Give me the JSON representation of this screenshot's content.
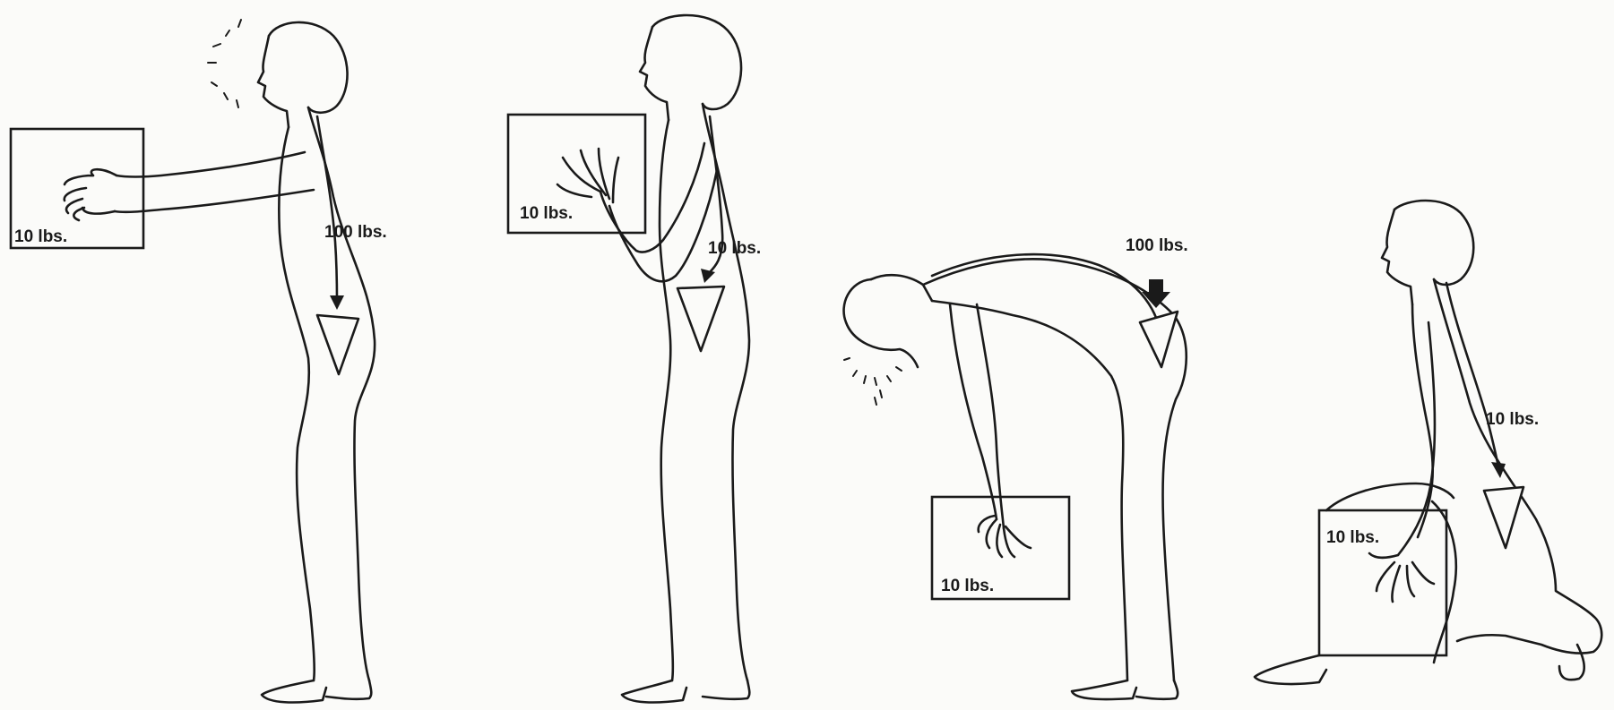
{
  "panels": [
    {
      "box_label": "10 lbs.",
      "spine_label": "100 lbs."
    },
    {
      "box_label": "10 lbs.",
      "spine_label": "10 lbs."
    },
    {
      "box_label": "10 lbs.",
      "spine_label": "100 lbs."
    },
    {
      "box_label": "10 lbs.",
      "spine_label": "10 lbs."
    }
  ]
}
